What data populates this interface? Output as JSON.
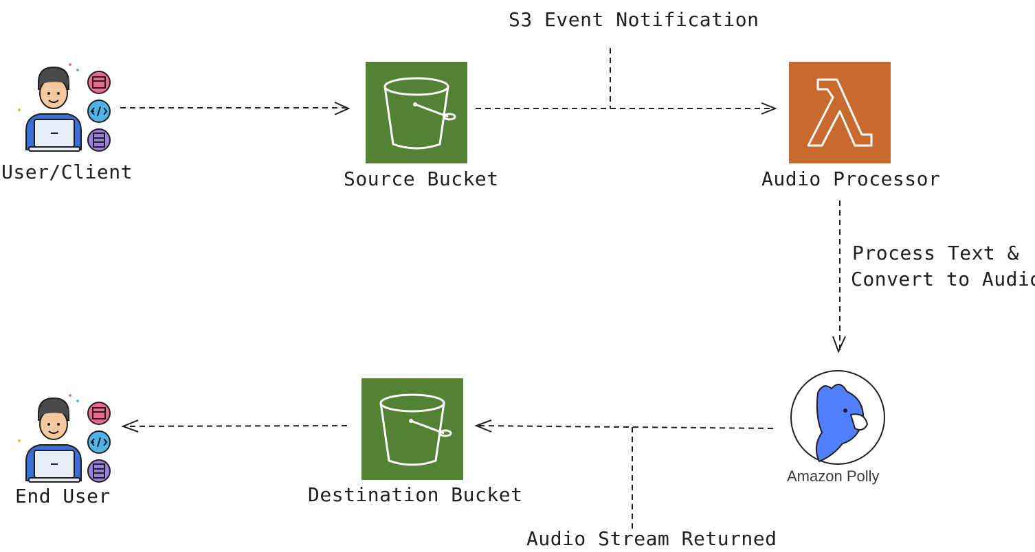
{
  "nodes": {
    "user_client": {
      "label": "User/Client",
      "icon": "developer-laptop-icon"
    },
    "source_bucket": {
      "label": "Source Bucket",
      "icon": "s3-bucket-icon",
      "color": "#548235"
    },
    "audio_processor": {
      "label": "Audio Processor",
      "icon": "lambda-icon",
      "color": "#C8692D"
    },
    "polly": {
      "label": "Amazon Polly",
      "icon": "amazon-polly-parrot-icon",
      "color": "#527FFF"
    },
    "destination_bucket": {
      "label": "Destination Bucket",
      "icon": "s3-bucket-icon",
      "color": "#548235"
    },
    "end_user": {
      "label": "End User",
      "icon": "developer-laptop-icon"
    }
  },
  "edges": {
    "s3_event": {
      "label": "S3 Event Notification"
    },
    "process_text": {
      "label_line1": "Process Text &",
      "label_line2": "Convert to Audio"
    },
    "audio_stream": {
      "label": "Audio Stream Returned"
    }
  },
  "style": {
    "stroke": "#1e1e1e",
    "icon_pink": "#E96A8D",
    "icon_blue": "#4FB3E8",
    "icon_purple": "#9B7FE0",
    "shirt": "#3B6FD4"
  }
}
